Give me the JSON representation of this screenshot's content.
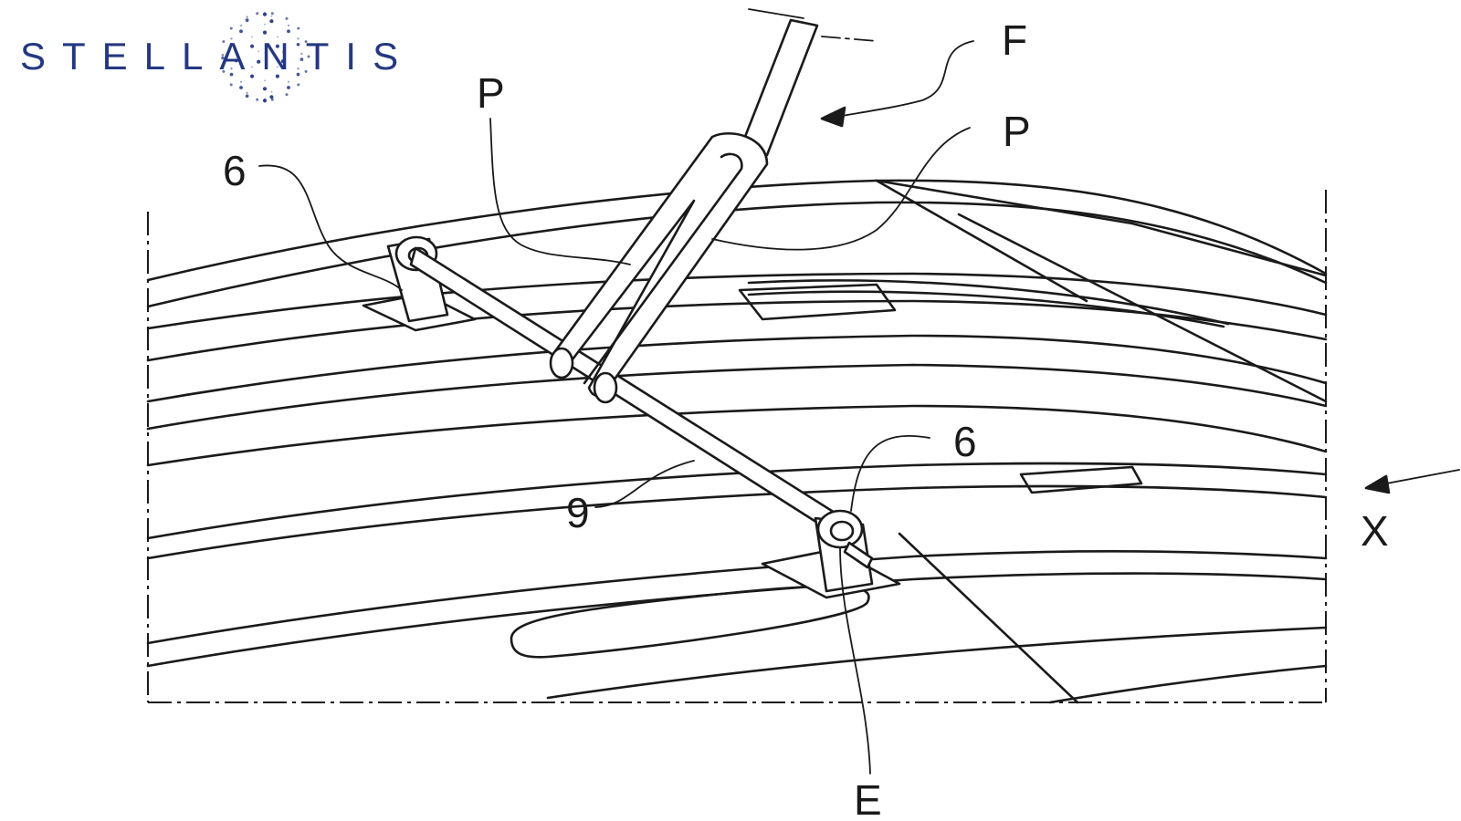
{
  "logo": {
    "brand_text": "STELLANTIS",
    "brand_color": "#243882"
  },
  "figure": {
    "reference_labels": {
      "fork_arrow": "F",
      "fork_prong_left": "P",
      "fork_prong_right": "P",
      "mount_left": "6",
      "mount_right": "6",
      "bar": "9",
      "pivot_axis": "E",
      "direction": "X"
    },
    "line_color": "#1a1a1a"
  }
}
